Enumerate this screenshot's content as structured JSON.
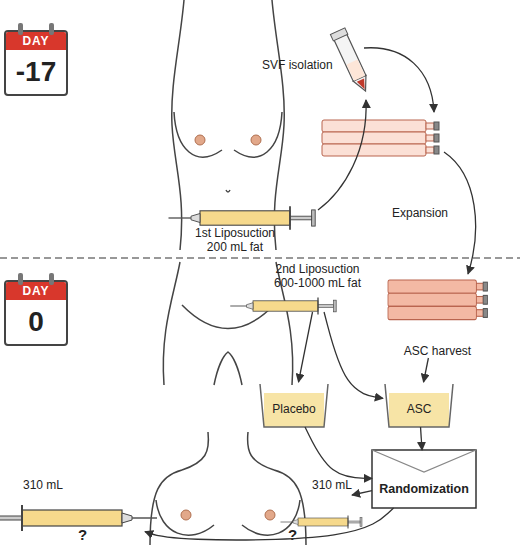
{
  "diagram": {
    "nodes": [
      {
        "text": [
          "DAY",
          "-17"
        ]
      },
      {
        "text": [
          "1st Liposuction 200 mL fat"
        ]
      },
      {
        "text": [
          "ASC harvest"
        ]
      },
      {
        "text": [
          "DAY",
          "0"
        ]
      },
      {
        "text": [
          "2nd Liposuction 600-1000 mL fat"
        ]
      },
      {
        "text": [
          "Placebo"
        ]
      },
      {
        "text": [
          "ASC"
        ]
      },
      {
        "text": [
          "Randomization"
        ]
      },
      {
        "text": [
          "310 mL"
        ]
      },
      {
        "text": [
          "310 mL"
        ]
      }
    ],
    "edges": [
      {
        "from": 2,
        "to": 6,
        "arrow": "to"
      },
      {
        "from": 4,
        "to": 5,
        "arrow": "to"
      },
      {
        "from": 4,
        "to": 6,
        "arrow": "to"
      },
      {
        "from": 5,
        "to": 7,
        "arrow": "to"
      },
      {
        "from": 6,
        "to": 7,
        "arrow": "to"
      },
      {
        "from": 7,
        "to": 8,
        "arrow": "to"
      },
      {
        "from": 7,
        "to": 9,
        "arrow": "to"
      }
    ],
    "labels": [
      "SVF isolation",
      "Expansion",
      "?",
      "?"
    ]
  }
}
